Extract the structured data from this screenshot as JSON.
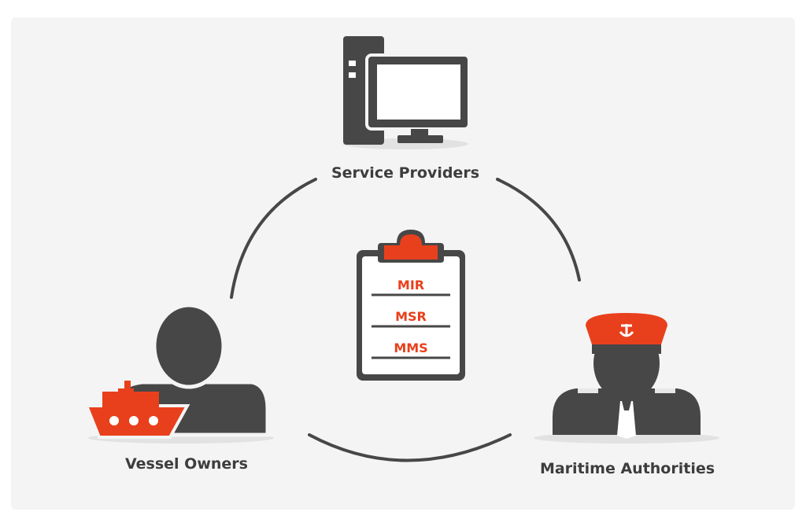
{
  "nodes": {
    "service_providers": {
      "label": "Service Providers",
      "icon": "desktop-computer-icon"
    },
    "vessel_owners": {
      "label": "Vessel Owners",
      "icon": "person-with-ship-icon"
    },
    "maritime_authorities": {
      "label": "Maritime Authorities",
      "icon": "ship-captain-icon"
    }
  },
  "clipboard": {
    "icon": "clipboard-icon",
    "items": [
      "MIR",
      "MSR",
      "MMS"
    ]
  },
  "colors": {
    "accent": "#e8401c",
    "dark": "#474747",
    "background": "#f4f4f4"
  }
}
